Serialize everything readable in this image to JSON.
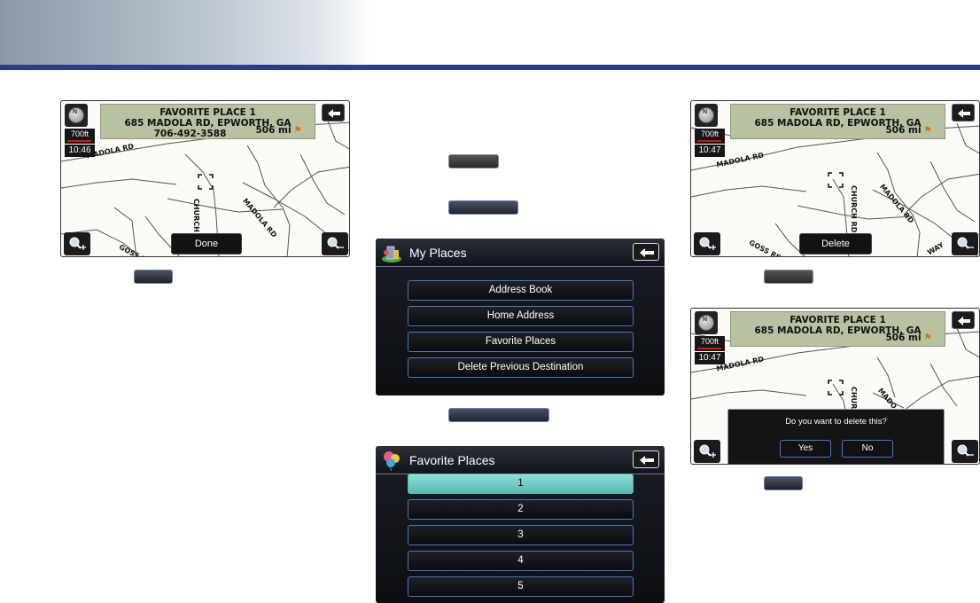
{
  "screens": {
    "map_done": {
      "place": "FAVORITE PLACE 1",
      "address": "685 MADOLA RD, EPWORTH, GA",
      "phone": "706-492-3588",
      "distance": "506 mi",
      "scale": "700ft",
      "time": "10:46",
      "action": "Done",
      "roads": [
        "MADOLA RD",
        "CHURCH RD",
        "MADOLA RD",
        "GOSS RD"
      ]
    },
    "map_delete": {
      "place": "FAVORITE PLACE 1",
      "address": "685 MADOLA RD, EPWORTH, GA",
      "distance": "506 mi",
      "scale": "700ft",
      "time": "10:47",
      "action": "Delete",
      "roads": [
        "MADOLA RD",
        "CHURCH RD",
        "MADOLA RD",
        "GOSS RD",
        "WAY"
      ]
    },
    "map_confirm": {
      "place": "FAVORITE PLACE 1",
      "address": "685 MADOLA RD, EPWORTH, GA",
      "distance": "506 mi",
      "scale": "700ft",
      "time": "10:47",
      "roads": [
        "MADOLA RD",
        "CHUR",
        "MADO"
      ],
      "dialog": {
        "message": "Do you want to delete this?",
        "yes": "Yes",
        "no": "No"
      }
    },
    "my_places": {
      "title": "My Places",
      "items": [
        "Address Book",
        "Home Address",
        "Favorite Places",
        "Delete Previous Destination"
      ]
    },
    "favorite_places": {
      "title": "Favorite Places",
      "items": [
        "1",
        "2",
        "3",
        "4",
        "5"
      ],
      "selected_index": 0
    }
  },
  "colors": {
    "header_line": "#2e3a8c",
    "menu_border": "#4a78c4",
    "selected_item": "#6fcac3",
    "info_panel": "#b7c2a3"
  },
  "icons": [
    "compass-icon",
    "back-arrow-icon",
    "zoom-in-icon",
    "zoom-out-icon",
    "target-icon",
    "my-places-icon",
    "favorite-places-icon",
    "flag-icon"
  ]
}
